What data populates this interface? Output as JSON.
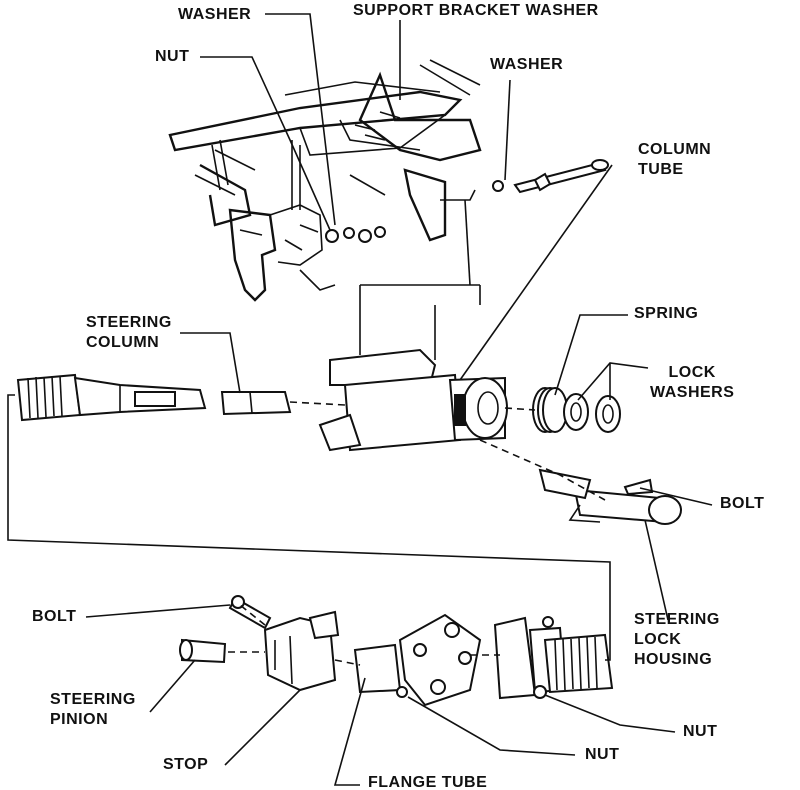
{
  "labels": {
    "washer_top": "WASHER",
    "support_bracket_washer": "SUPPORT BRACKET WASHER",
    "nut_top": "NUT",
    "washer_right": "WASHER",
    "column_tube": [
      "COLUMN",
      "TUBE"
    ],
    "steering_column": [
      "STEERING",
      "COLUMN"
    ],
    "spring": "SPRING",
    "lock_washers": [
      "LOCK",
      "WASHERS"
    ],
    "bolt_right": "BOLT",
    "steering_lock_housing": [
      "STEERING",
      "LOCK",
      "HOUSING"
    ],
    "bolt_left": "BOLT",
    "steering_pinion": [
      "STEERING",
      "PINION"
    ],
    "nut_right": "NUT",
    "nut_bottom": "NUT",
    "stop": "STOP",
    "flange_tube": "FLANGE TUBE"
  }
}
